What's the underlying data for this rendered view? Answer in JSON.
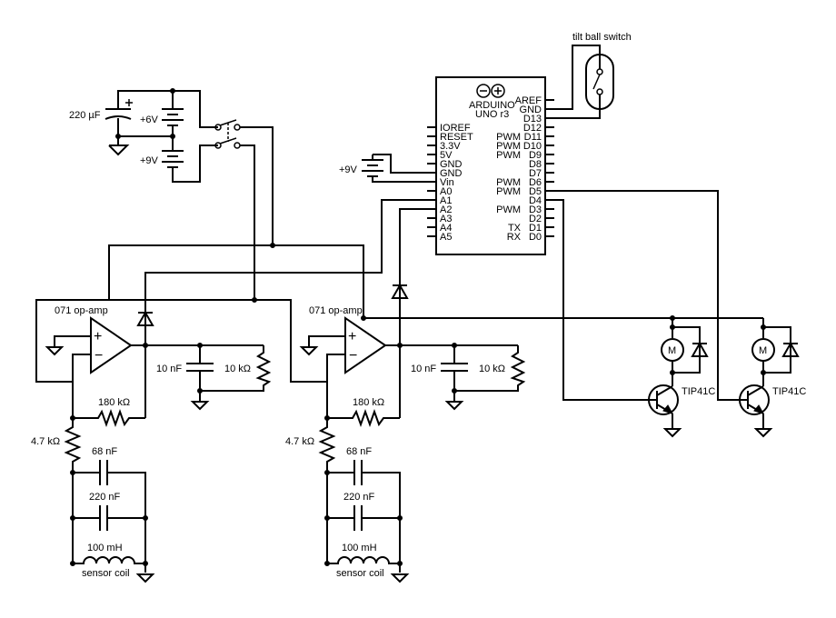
{
  "labels": {
    "tilt_switch": "tilt ball switch",
    "cap_220uf": "220 µF",
    "batt_6v": "+6V",
    "batt_9v_left": "+9V",
    "batt_9v_arduino": "+9V",
    "arduino_name_1": "ARDUINO",
    "arduino_name_2": "UNO r3",
    "opamp_1": "071 op-amp",
    "opamp_2": "071 op-amp",
    "cap_10nf_1": "10 nF",
    "cap_10nf_2": "10 nF",
    "res_10k_1": "10 kΩ",
    "res_10k_2": "10 kΩ",
    "res_180k_1": "180 kΩ",
    "res_180k_2": "180 kΩ",
    "res_4k7_1": "4.7 kΩ",
    "res_4k7_2": "4.7 kΩ",
    "cap_68nf_1": "68 nF",
    "cap_68nf_2": "68 nF",
    "cap_220nf_1": "220 nF",
    "cap_220nf_2": "220 nF",
    "ind_100mh_1": "100 mH",
    "ind_100mh_2": "100 mH",
    "coil_1": "sensor coil",
    "coil_2": "sensor coil",
    "transistor_1": "TIP41C",
    "transistor_2": "TIP41C",
    "motor_1": "M",
    "motor_2": "M",
    "opamp_plus_1": "+",
    "opamp_minus_1": "−",
    "opamp_plus_2": "+",
    "opamp_minus_2": "−"
  },
  "arduino_left_pins": [
    "IOREF",
    "RESET",
    "3.3V",
    "5V",
    "GND",
    "GND",
    "Vin",
    "A0",
    "A1",
    "A2",
    "A3",
    "A4",
    "A5"
  ],
  "arduino_right_pins": [
    "AREF",
    "GND",
    "D13",
    "D12",
    "D11",
    "D10",
    "D9",
    "D8",
    "D7",
    "D6",
    "D5",
    "D4",
    "D3",
    "D2",
    "D1",
    "D0"
  ],
  "arduino_right_prefixes": [
    "",
    "",
    "",
    "",
    "PWM",
    "PWM",
    "PWM",
    "",
    "",
    "PWM",
    "PWM",
    "",
    "PWM",
    "",
    "TX",
    "RX"
  ]
}
